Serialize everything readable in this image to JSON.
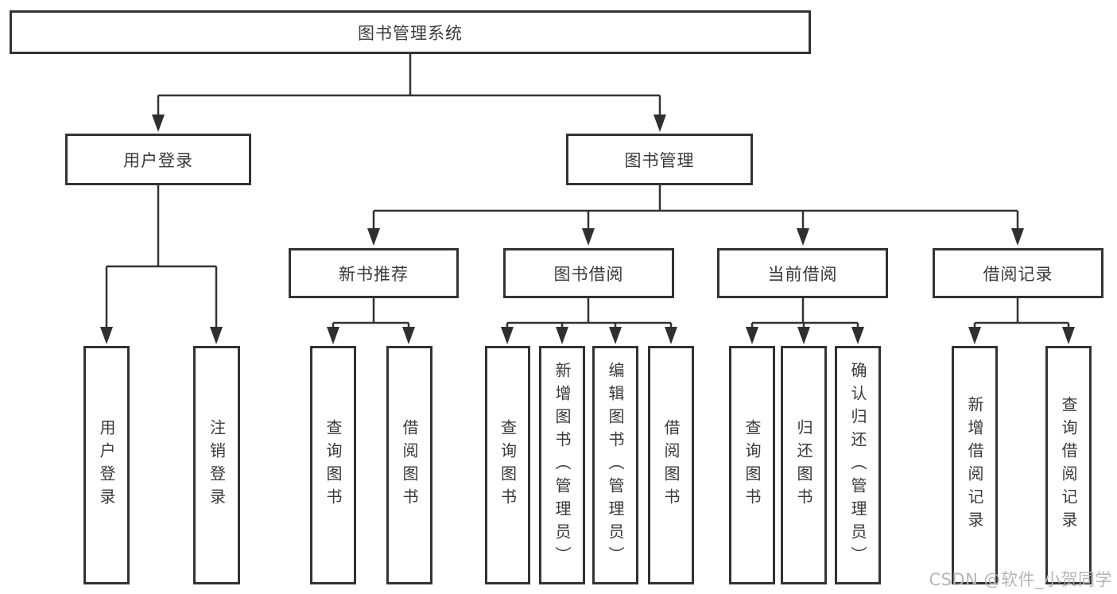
{
  "nodes": {
    "root": {
      "label": "图书管理系统"
    },
    "user_login": {
      "label": "用户登录"
    },
    "book_mgmt": {
      "label": "图书管理"
    },
    "new_book_rec": {
      "label": "新书推荐"
    },
    "book_borrow": {
      "label": "图书借阅"
    },
    "current_borrow": {
      "label": "当前借阅"
    },
    "borrow_records": {
      "label": "借阅记录"
    },
    "leaf_user_login": {
      "label": "用户登录"
    },
    "leaf_logout": {
      "label": "注销登录"
    },
    "leaf_rec_query_book": {
      "label": "查询图书"
    },
    "leaf_rec_borrow_book": {
      "label": "借阅图书"
    },
    "leaf_bb_query_book": {
      "label": "查询图书"
    },
    "leaf_bb_add_book": {
      "label": "新增图书（管理员）"
    },
    "leaf_bb_edit_book": {
      "label": "编辑图书（管理员）"
    },
    "leaf_bb_borrow_book": {
      "label": "借阅图书"
    },
    "leaf_cb_query_book": {
      "label": "查询图书"
    },
    "leaf_cb_return_book": {
      "label": "归还图书"
    },
    "leaf_cb_confirm_return": {
      "label": "确认归还（管理员）"
    },
    "leaf_br_add_record": {
      "label": "新增借阅记录"
    },
    "leaf_br_query_record": {
      "label": "查询借阅记录"
    }
  },
  "watermark": "CSDN @软件_小贺同学",
  "colors": {
    "line": "#333333",
    "box_border": "#333333",
    "text": "#3a3a3a",
    "watermark": "#b5b5b5",
    "background": "#ffffff"
  }
}
